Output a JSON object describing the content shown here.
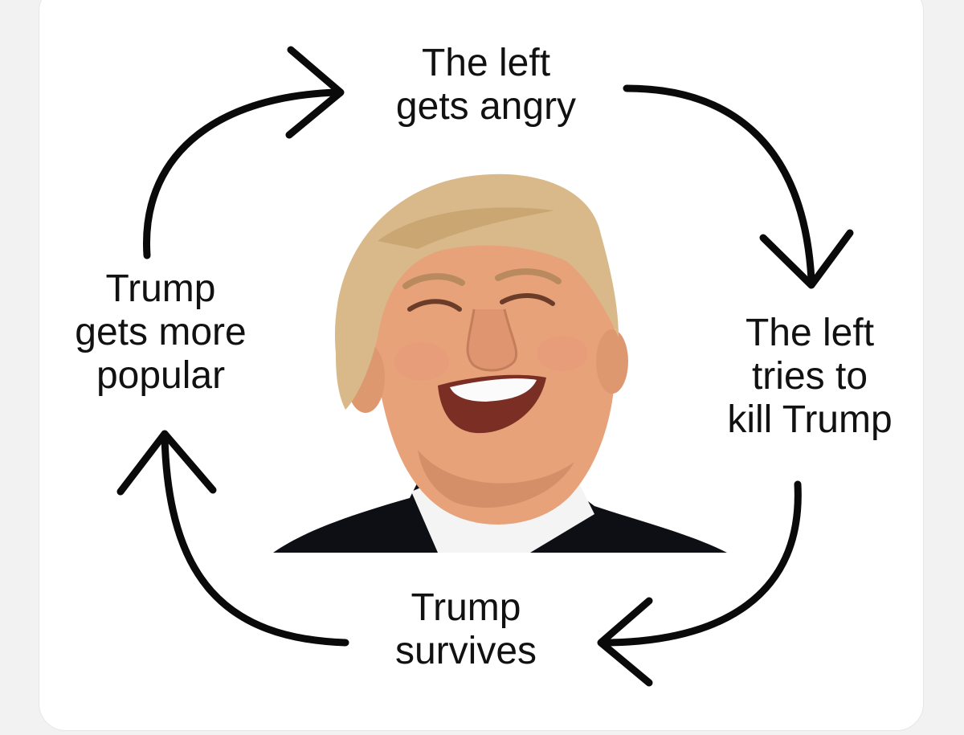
{
  "cycle": {
    "top": {
      "lines": [
        "The left",
        "gets angry"
      ]
    },
    "right": {
      "lines": [
        "The left",
        "tries to",
        "kill Trump"
      ]
    },
    "bottom": {
      "lines": [
        "Trump",
        "survives"
      ]
    },
    "left": {
      "lines": [
        "Trump",
        "gets more",
        "popular"
      ]
    }
  },
  "center_image": {
    "subject": "laughing-face-portrait"
  },
  "colors": {
    "arrow": "#0a0a0a",
    "text": "#111111",
    "background": "#ffffff",
    "suit": "#0d0f14",
    "shirt": "#f4f4f4",
    "skin": "#e7a27a",
    "hair": "#d9b98a"
  }
}
